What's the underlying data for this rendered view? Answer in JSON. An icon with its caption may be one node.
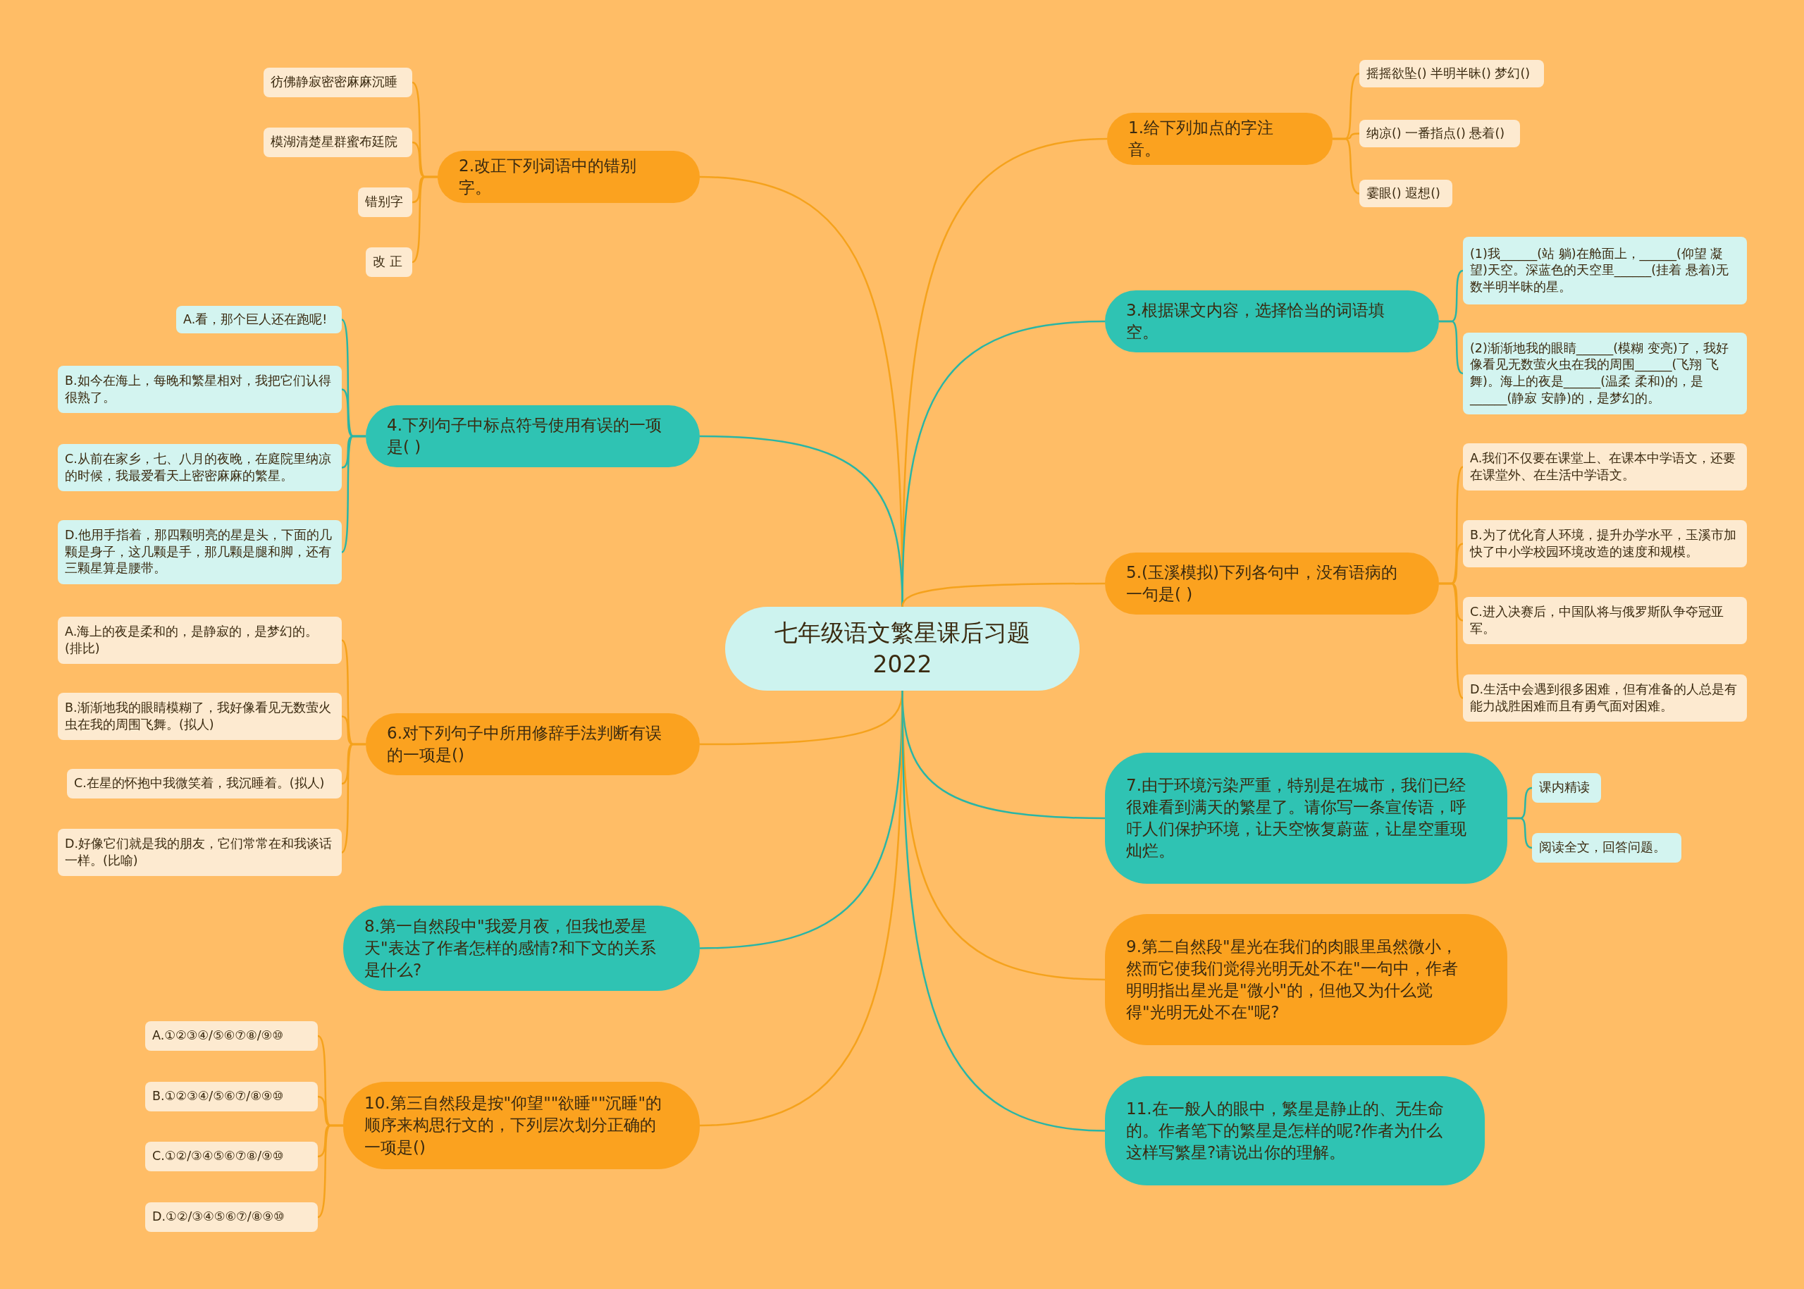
{
  "diagram": {
    "nodes": [
      {
        "text": [
          "七年级语文繁星课后习题2022"
        ]
      },
      {
        "text": [
          "1.给下列加点的字注音。"
        ]
      },
      {
        "text": [
          "摇摇欲坠() 半明半昧() 梦幻()"
        ]
      },
      {
        "text": [
          "纳凉() 一番指点() 悬着()"
        ]
      },
      {
        "text": [
          "霎眼() 遐想()"
        ]
      },
      {
        "text": [
          "2.改正下列词语中的错别字。"
        ]
      },
      {
        "text": [
          "彷佛静寂密密麻麻沉睡"
        ]
      },
      {
        "text": [
          "模湖清楚星群蜜布廷院"
        ]
      },
      {
        "text": [
          "错别字"
        ]
      },
      {
        "text": [
          "改 正"
        ]
      },
      {
        "text": [
          "3.根据课文内容，选择恰当的词语填空。"
        ]
      },
      {
        "text": [
          "(1)我______(站 躺)在舱面上，______(仰望 凝望)天空。深蓝色的天空里______(挂着 悬着)无数半明半昧的星。"
        ]
      },
      {
        "text": [
          "(2)渐渐地我的眼睛______(模糊 变亮)了，我好像看见无数萤火虫在我的周围______(飞翔 飞舞)。海上的夜是______(温柔 柔和)的，是______(静寂 安静)的，是梦幻的。"
        ]
      },
      {
        "text": [
          "4.下列句子中标点符号使用有误的一项是( )"
        ]
      },
      {
        "text": [
          "A.看，那个巨人还在跑呢!"
        ]
      },
      {
        "text": [
          "B.如今在海上，每晚和繁星相对，我把它们认得很熟了。"
        ]
      },
      {
        "text": [
          "C.从前在家乡，七、八月的夜晚，在庭院里纳凉的时候，我最爱看天上密密麻麻的繁星。"
        ]
      },
      {
        "text": [
          "D.他用手指着，那四颗明亮的星是头，下面的几颗是身子，这几颗是手，那几颗是腿和脚，还有三颗星算是腰带。"
        ]
      },
      {
        "text": [
          "5.(玉溪模拟)下列各句中，没有语病的一句是( )"
        ]
      },
      {
        "text": [
          "A.我们不仅要在课堂上、在课本中学语文，还要在课堂外、在生活中学语文。"
        ]
      },
      {
        "text": [
          "B.为了优化育人环境，提升办学水平，玉溪市加快了中小学校园环境改造的速度和规模。"
        ]
      },
      {
        "text": [
          "C.进入决赛后，中国队将与俄罗斯队争夺冠亚军。"
        ]
      },
      {
        "text": [
          "D.生活中会遇到很多困难，但有准备的人总是有能力战胜困难而且有勇气面对困难。"
        ]
      },
      {
        "text": [
          "6.对下列句子中所用修辞手法判断有误的一项是()"
        ]
      },
      {
        "text": [
          "A.海上的夜是柔和的，是静寂的，是梦幻的。(排比)"
        ]
      },
      {
        "text": [
          "B.渐渐地我的眼睛模糊了，我好像看见无数萤火虫在我的周围飞舞。(拟人)"
        ]
      },
      {
        "text": [
          "C.在星的怀抱中我微笑着，我沉睡着。(拟人)"
        ]
      },
      {
        "text": [
          "D.好像它们就是我的朋友，它们常常在和我谈话一样。(比喻)"
        ]
      },
      {
        "text": [
          "7.由于环境污染严重，特别是在城市，我们已经很难看到满天的繁星了。请你写一条宣传语，呼吁人们保护环境，让天空恢复蔚蓝，让星空重现灿烂。"
        ]
      },
      {
        "text": [
          "课内精读"
        ]
      },
      {
        "text": [
          "阅读全文，回答问题。"
        ]
      },
      {
        "text": [
          "8.第一自然段中\"我爱月夜，但我也爱星天\"表达了作者怎样的感情?和下文的关系是什么?"
        ]
      },
      {
        "text": [
          "9.第二自然段\"星光在我们的肉眼里虽然微小，然而它使我们觉得光明无处不在\"一句中，作者明明指出星光是\"微小\"的，但他又为什么觉得\"光明无处不在\"呢?"
        ]
      },
      {
        "text": [
          "10.第三自然段是按\"仰望\"\"欲睡\"\"沉睡\"的顺序来构思行文的，下列层次划分正确的一项是()"
        ]
      },
      {
        "text": [
          "A.①②③④/⑤⑥⑦⑧/⑨⑩"
        ]
      },
      {
        "text": [
          "B.①②③④/⑤⑥⑦/⑧⑨⑩"
        ]
      },
      {
        "text": [
          "C.①②/③④⑤⑥⑦⑧/⑨⑩"
        ]
      },
      {
        "text": [
          "D.①②/③④⑤⑥⑦/⑧⑨⑩"
        ]
      },
      {
        "text": [
          "11.在一般人的眼中，繁星是静止的、无生命的。作者笔下的繁星是怎样的呢?作者为什么这样写繁星?请说出你的理解。"
        ]
      }
    ],
    "edges": [
      {
        "from": 0,
        "to": 1,
        "arrow": "none"
      },
      {
        "from": 1,
        "to": 2,
        "arrow": "none"
      },
      {
        "from": 1,
        "to": 3,
        "arrow": "none"
      },
      {
        "from": 1,
        "to": 4,
        "arrow": "none"
      },
      {
        "from": 0,
        "to": 5,
        "arrow": "none"
      },
      {
        "from": 5,
        "to": 6,
        "arrow": "none"
      },
      {
        "from": 5,
        "to": 7,
        "arrow": "none"
      },
      {
        "from": 5,
        "to": 8,
        "arrow": "none"
      },
      {
        "from": 5,
        "to": 9,
        "arrow": "none"
      },
      {
        "from": 0,
        "to": 10,
        "arrow": "none",
        "color": "#2ab5a5"
      },
      {
        "from": 10,
        "to": 11,
        "arrow": "none",
        "color": "#2ab5a5"
      },
      {
        "from": 10,
        "to": 12,
        "arrow": "none",
        "color": "#2ab5a5"
      },
      {
        "from": 0,
        "to": 13,
        "arrow": "none",
        "color": "#2ab5a5"
      },
      {
        "from": 13,
        "to": 14,
        "arrow": "none",
        "color": "#2ab5a5"
      },
      {
        "from": 13,
        "to": 15,
        "arrow": "none",
        "color": "#2ab5a5"
      },
      {
        "from": 13,
        "to": 16,
        "arrow": "none",
        "color": "#2ab5a5"
      },
      {
        "from": 13,
        "to": 17,
        "arrow": "none",
        "color": "#2ab5a5"
      },
      {
        "from": 0,
        "to": 18,
        "arrow": "none"
      },
      {
        "from": 18,
        "to": 19,
        "arrow": "none"
      },
      {
        "from": 18,
        "to": 20,
        "arrow": "none"
      },
      {
        "from": 18,
        "to": 21,
        "arrow": "none"
      },
      {
        "from": 18,
        "to": 22,
        "arrow": "none"
      },
      {
        "from": 0,
        "to": 23,
        "arrow": "none"
      },
      {
        "from": 23,
        "to": 24,
        "arrow": "none"
      },
      {
        "from": 23,
        "to": 25,
        "arrow": "none"
      },
      {
        "from": 23,
        "to": 26,
        "arrow": "none"
      },
      {
        "from": 23,
        "to": 27,
        "arrow": "none"
      },
      {
        "from": 0,
        "to": 28,
        "arrow": "none",
        "color": "#2ab5a5"
      },
      {
        "from": 28,
        "to": 29,
        "arrow": "none",
        "color": "#2ab5a5"
      },
      {
        "from": 28,
        "to": 30,
        "arrow": "none",
        "color": "#2ab5a5"
      },
      {
        "from": 0,
        "to": 31,
        "arrow": "none",
        "color": "#2ab5a5"
      },
      {
        "from": 0,
        "to": 32,
        "arrow": "none"
      },
      {
        "from": 0,
        "to": 33,
        "arrow": "none"
      },
      {
        "from": 33,
        "to": 34,
        "arrow": "none"
      },
      {
        "from": 33,
        "to": 35,
        "arrow": "none"
      },
      {
        "from": 33,
        "to": 36,
        "arrow": "none"
      },
      {
        "from": 33,
        "to": 37,
        "arrow": "none"
      },
      {
        "from": 0,
        "to": 38,
        "arrow": "none",
        "color": "#2ab5a5"
      }
    ]
  }
}
